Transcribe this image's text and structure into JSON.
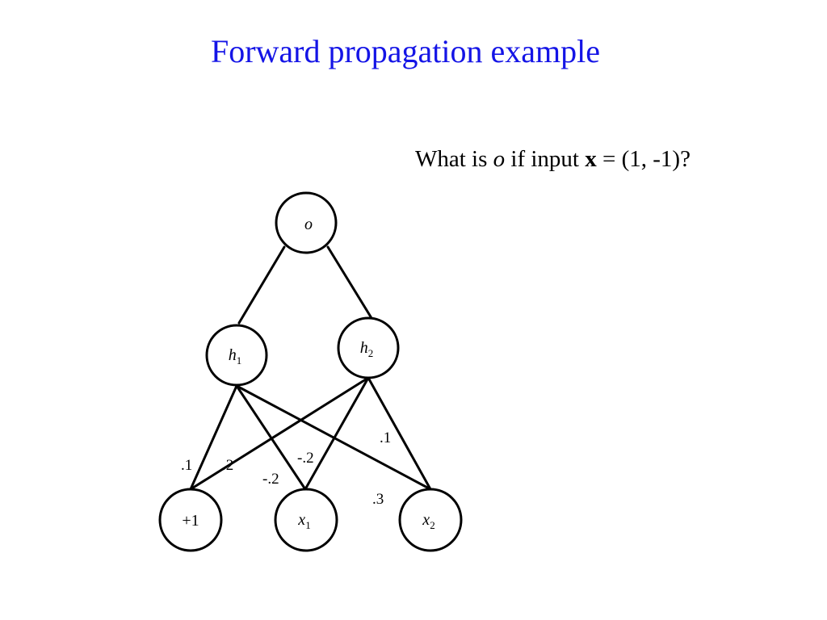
{
  "title": "Forward propagation example",
  "question": {
    "prefix": "What is ",
    "output_var": "o",
    "middle": " if input ",
    "input_var": "x",
    "suffix": " = (1, -1)?"
  },
  "nodes": {
    "output": {
      "main": "o",
      "sub": ""
    },
    "h1": {
      "main": "h",
      "sub": "1"
    },
    "h2": {
      "main": "h",
      "sub": "2"
    },
    "bias": {
      "main": "+1",
      "sub": ""
    },
    "x1": {
      "main": "x",
      "sub": "1"
    },
    "x2": {
      "main": "x",
      "sub": "2"
    }
  },
  "weights": {
    "bias_h1": ".1",
    "x1_h1": ".2",
    "bias_h2": "-.2",
    "x2_h1": "-.2",
    "x2_h2": ".1",
    "x1_h2": ".3"
  },
  "colors": {
    "title": "#1414e6",
    "lines": "#000000",
    "background": "#ffffff"
  }
}
